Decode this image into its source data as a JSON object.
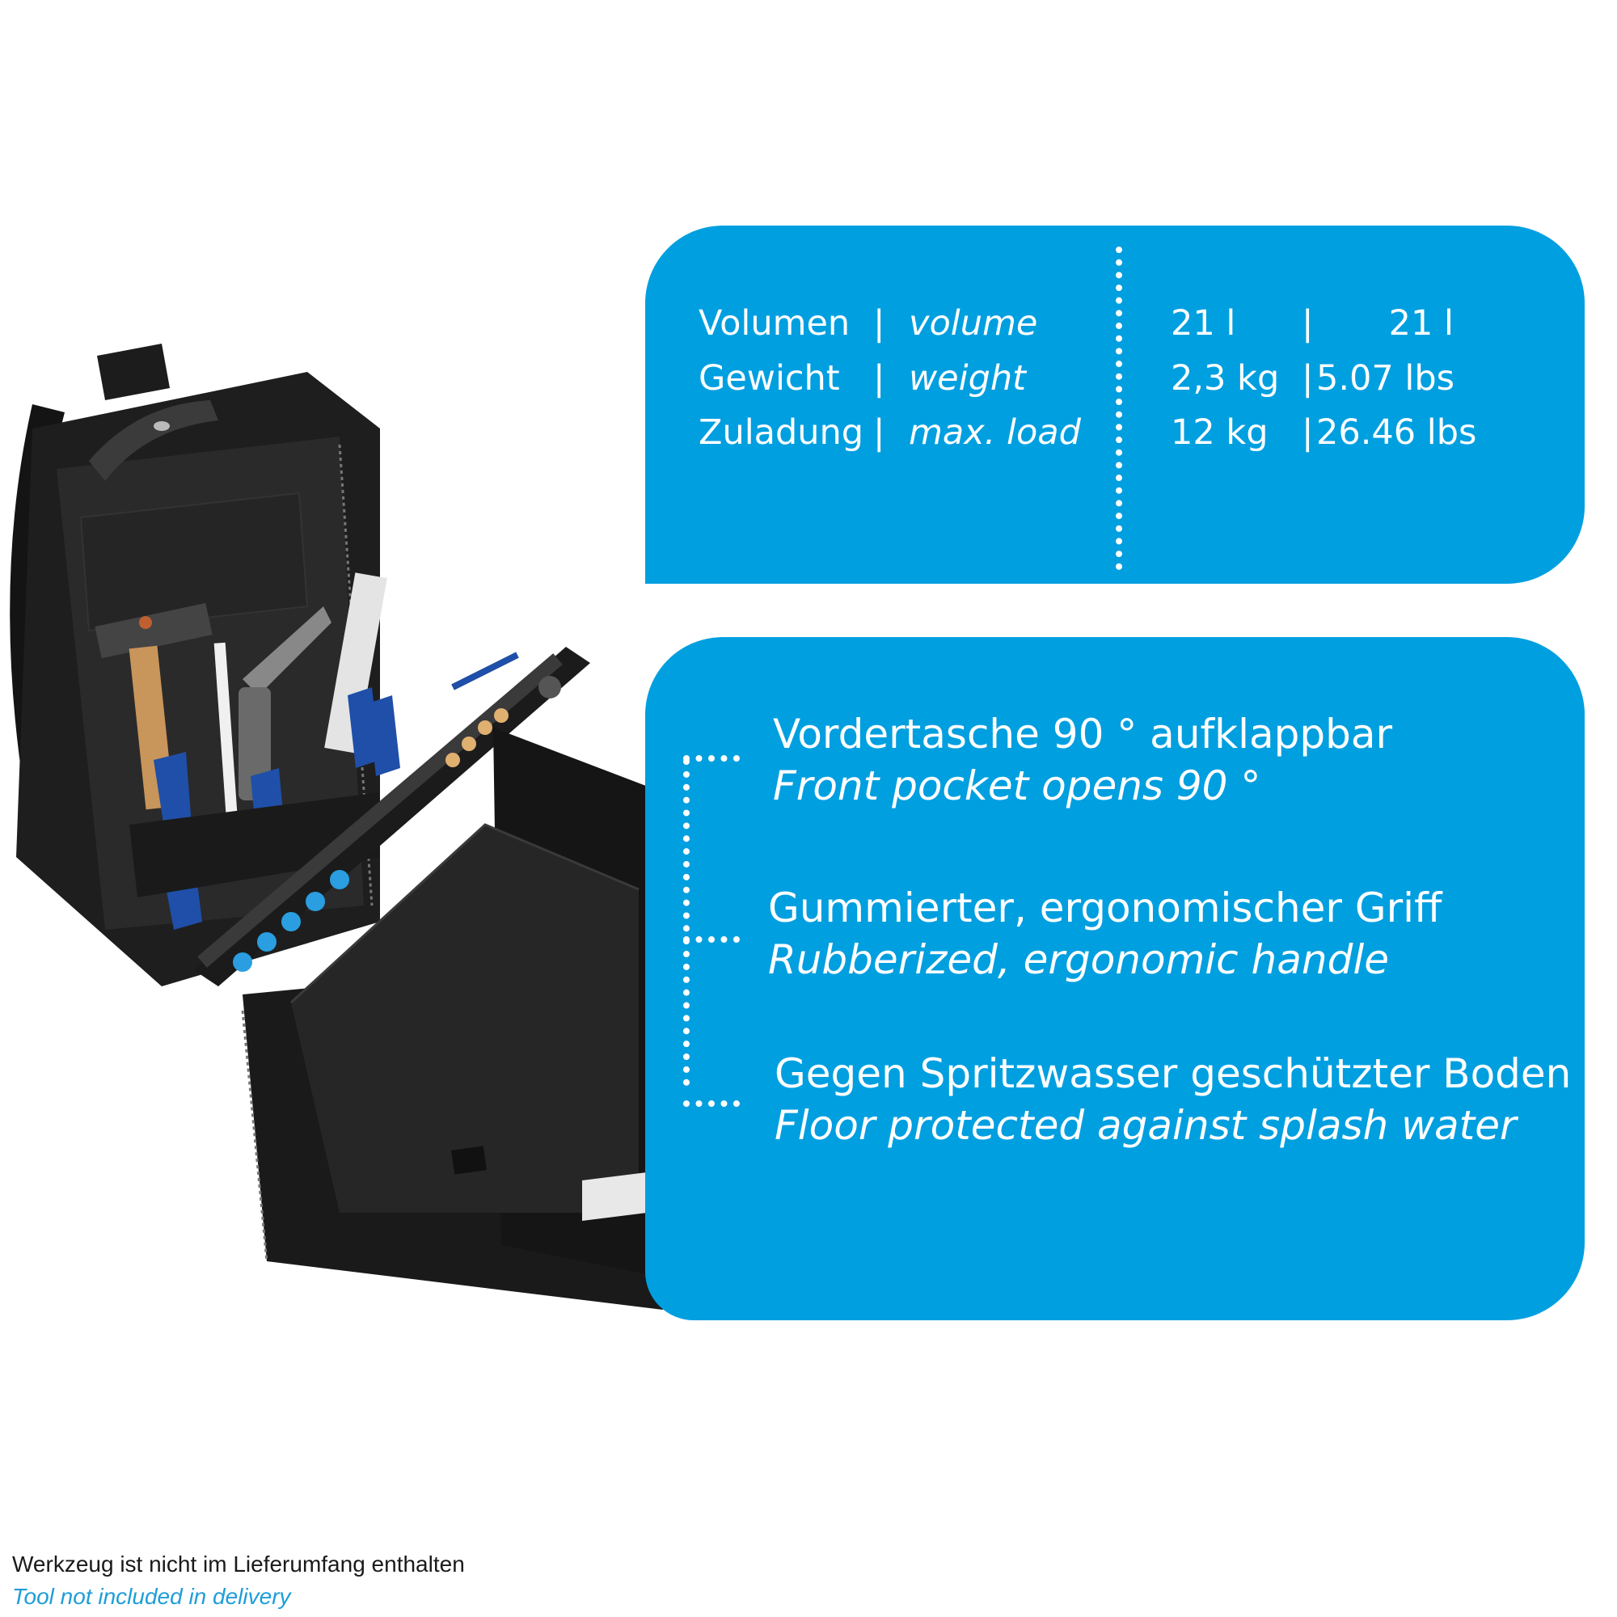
{
  "specs": {
    "rows": [
      {
        "de": "Volumen",
        "sep": "|",
        "en": "volume",
        "metric": "21 l",
        "sep2": "|",
        "imperial": "21 l"
      },
      {
        "de": "Gewicht",
        "sep": "|",
        "en": "weight",
        "metric": "2,3 kg",
        "sep2": "|",
        "imperial": "5.07 lbs"
      },
      {
        "de": "Zuladung",
        "sep": "|",
        "en": "max. load",
        "metric": "12 kg",
        "sep2": "|",
        "imperial": "26.46 lbs"
      }
    ]
  },
  "features": [
    {
      "de": "Vordertasche 90 ° aufklappbar",
      "en": "Front pocket opens 90 °"
    },
    {
      "de": "Gummierter, ergonomischer Griff",
      "en": "Rubberized, ergonomic handle"
    },
    {
      "de": "Gegen Spritzwasser geschützter Boden",
      "en": "Floor protected against splash water"
    }
  ],
  "note": {
    "de": "Werkzeug ist nicht im Lieferumfang enthalten",
    "en": "Tool not included in delivery"
  },
  "colors": {
    "panel": "#009fe0",
    "tool_blue": "#1f4fa8",
    "bag": "#1a1a1a"
  }
}
